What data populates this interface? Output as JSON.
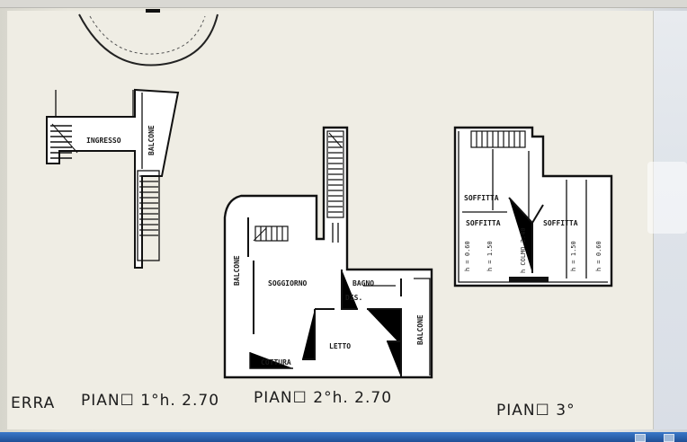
{
  "plan": {
    "rooms": {
      "ingresso": "INGRESSO",
      "balcone_1": "BALCONE",
      "balcone_2a": "BALCONE",
      "balcone_2b": "BALCONE",
      "soggiorno": "SOGGIORNO",
      "bagno": "BAGNO",
      "dis": "DIS.",
      "letto": "LETTO",
      "cottura": "COTTURA",
      "soffitta_a": "SOFFITTA",
      "soffitta_b": "SOFFITTA",
      "soffitta_c": "SOFFITTA"
    },
    "heights": {
      "h060_left": "h = 0.60",
      "h150_left": "h = 1.50",
      "colmo": "h COLMO 2.40",
      "h150_right": "h = 1.50",
      "h060_right": "h = 0.60"
    },
    "captions": {
      "terra": "ERRA",
      "piano1": "PIAN☐ 1°h. 2.70",
      "piano2": "PIAN☐ 2°h. 2.70",
      "piano3": "PIAN☐ 3°"
    }
  },
  "colors": {
    "ink": "#111111",
    "paper": "#efede4",
    "taskbar": "#2a62b0"
  }
}
